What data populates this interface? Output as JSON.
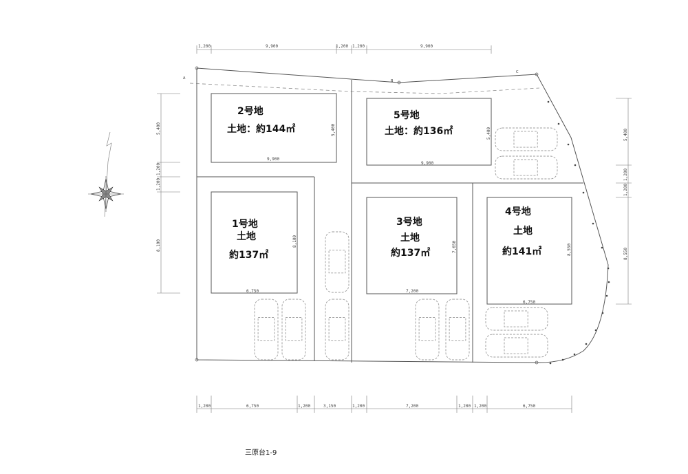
{
  "caption": "三原台1-9",
  "lots": [
    {
      "id": "lot-2",
      "lines": [
        "2号地",
        "土地：約144㎡"
      ],
      "width_label": "9,900",
      "depth_label": "5,400"
    },
    {
      "id": "lot-5",
      "lines": [
        "5号地",
        "土地：約136㎡"
      ],
      "width_label": "9,900",
      "depth_label": "5,400"
    },
    {
      "id": "lot-1",
      "lines": [
        "1号地",
        "土地",
        "約137㎡"
      ],
      "width_label": "6,750",
      "depth_label": "8,100"
    },
    {
      "id": "lot-3",
      "lines": [
        "3号地",
        "土地",
        "約137㎡"
      ],
      "width_label": "7,200",
      "depth_label": "7,650"
    },
    {
      "id": "lot-4",
      "lines": [
        "4号地",
        "土地",
        "約141㎡"
      ],
      "width_label": "6,750",
      "depth_label": "8,550"
    }
  ],
  "dimensions": {
    "top": [
      "1,200",
      "9,900",
      "1,200",
      "1,200",
      "9,900"
    ],
    "bottom": [
      "1,200",
      "6,750",
      "1,200",
      "3,150",
      "1,200",
      "7,200",
      "1,200",
      "1,200",
      "6,750"
    ],
    "left": [
      "5,400",
      "1,200",
      "1,200",
      "8,100"
    ],
    "right": [
      "5,400",
      "1,200",
      "1,200",
      "8,550"
    ]
  },
  "boundary_markers": [
    "A",
    "B",
    "C"
  ]
}
